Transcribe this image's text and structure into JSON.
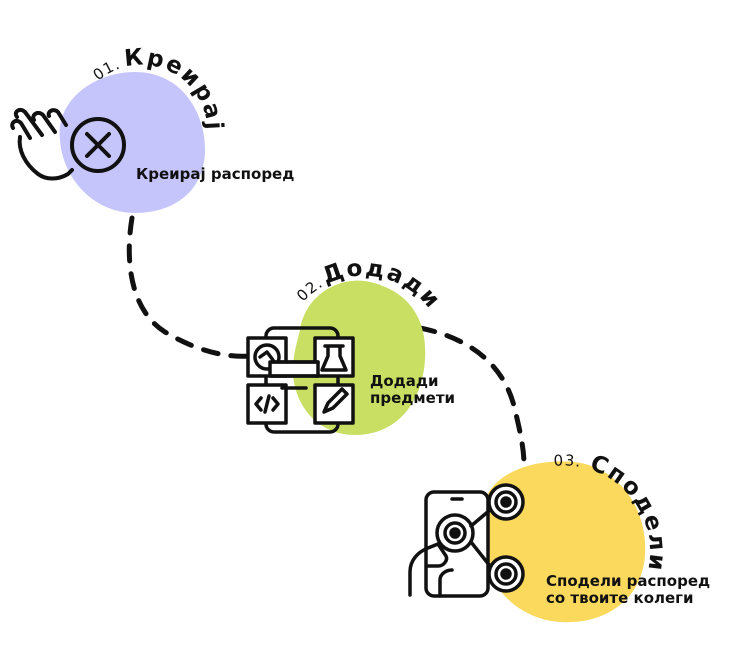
{
  "colors": {
    "step1_blob": "#c6c5fb",
    "step2_blob": "#c8df63",
    "step3_blob": "#fbd95c",
    "ink": "#111111"
  },
  "steps": [
    {
      "number": "01.",
      "title": "Креирај",
      "description": [
        "Креирај распоред"
      ],
      "icon": "hand-pointer-with-plus-icon"
    },
    {
      "number": "02.",
      "title": "Додади",
      "description": [
        "Додади",
        "предмети"
      ],
      "icon": "subjects-apps-grid-icon"
    },
    {
      "number": "03.",
      "title": "Сподели",
      "description": [
        "Сподели распоред",
        "со твоите колеги"
      ],
      "icon": "hand-phone-share-icon"
    }
  ]
}
